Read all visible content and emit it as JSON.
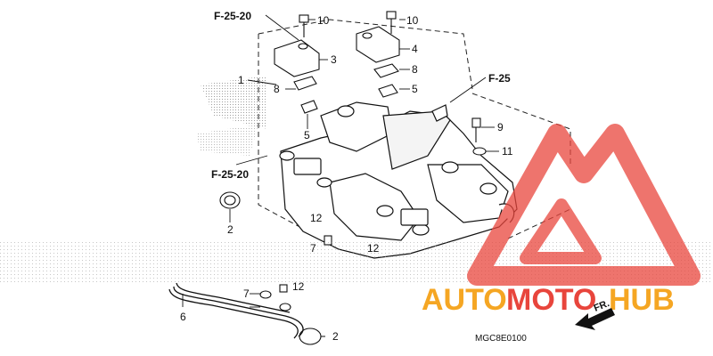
{
  "diagram": {
    "refs": {
      "top": "F-25-20",
      "left": "F-25-20",
      "right": "F-25"
    },
    "part_numbers": {
      "p1": "1",
      "p2_top": "2",
      "p2_bottom": "2",
      "p3": "3",
      "p4": "4",
      "p5_left": "5",
      "p5_right": "5",
      "p6": "6",
      "p7_mid": "7",
      "p7_lower": "7",
      "p8_left": "8",
      "p8_right": "8",
      "p9": "9",
      "p10_left": "10",
      "p10_right": "10",
      "p11": "11",
      "p12_mid": "12",
      "p12_lower": "12",
      "p12_center": "12"
    },
    "drawing_code": "MGC8E0100",
    "direction_label": "FR."
  },
  "watermark": {
    "part1": "AUTO",
    "part2": "MOTO",
    "part3": "HUB",
    "color_orange": "#f5a623",
    "color_red": "#e8453c"
  }
}
